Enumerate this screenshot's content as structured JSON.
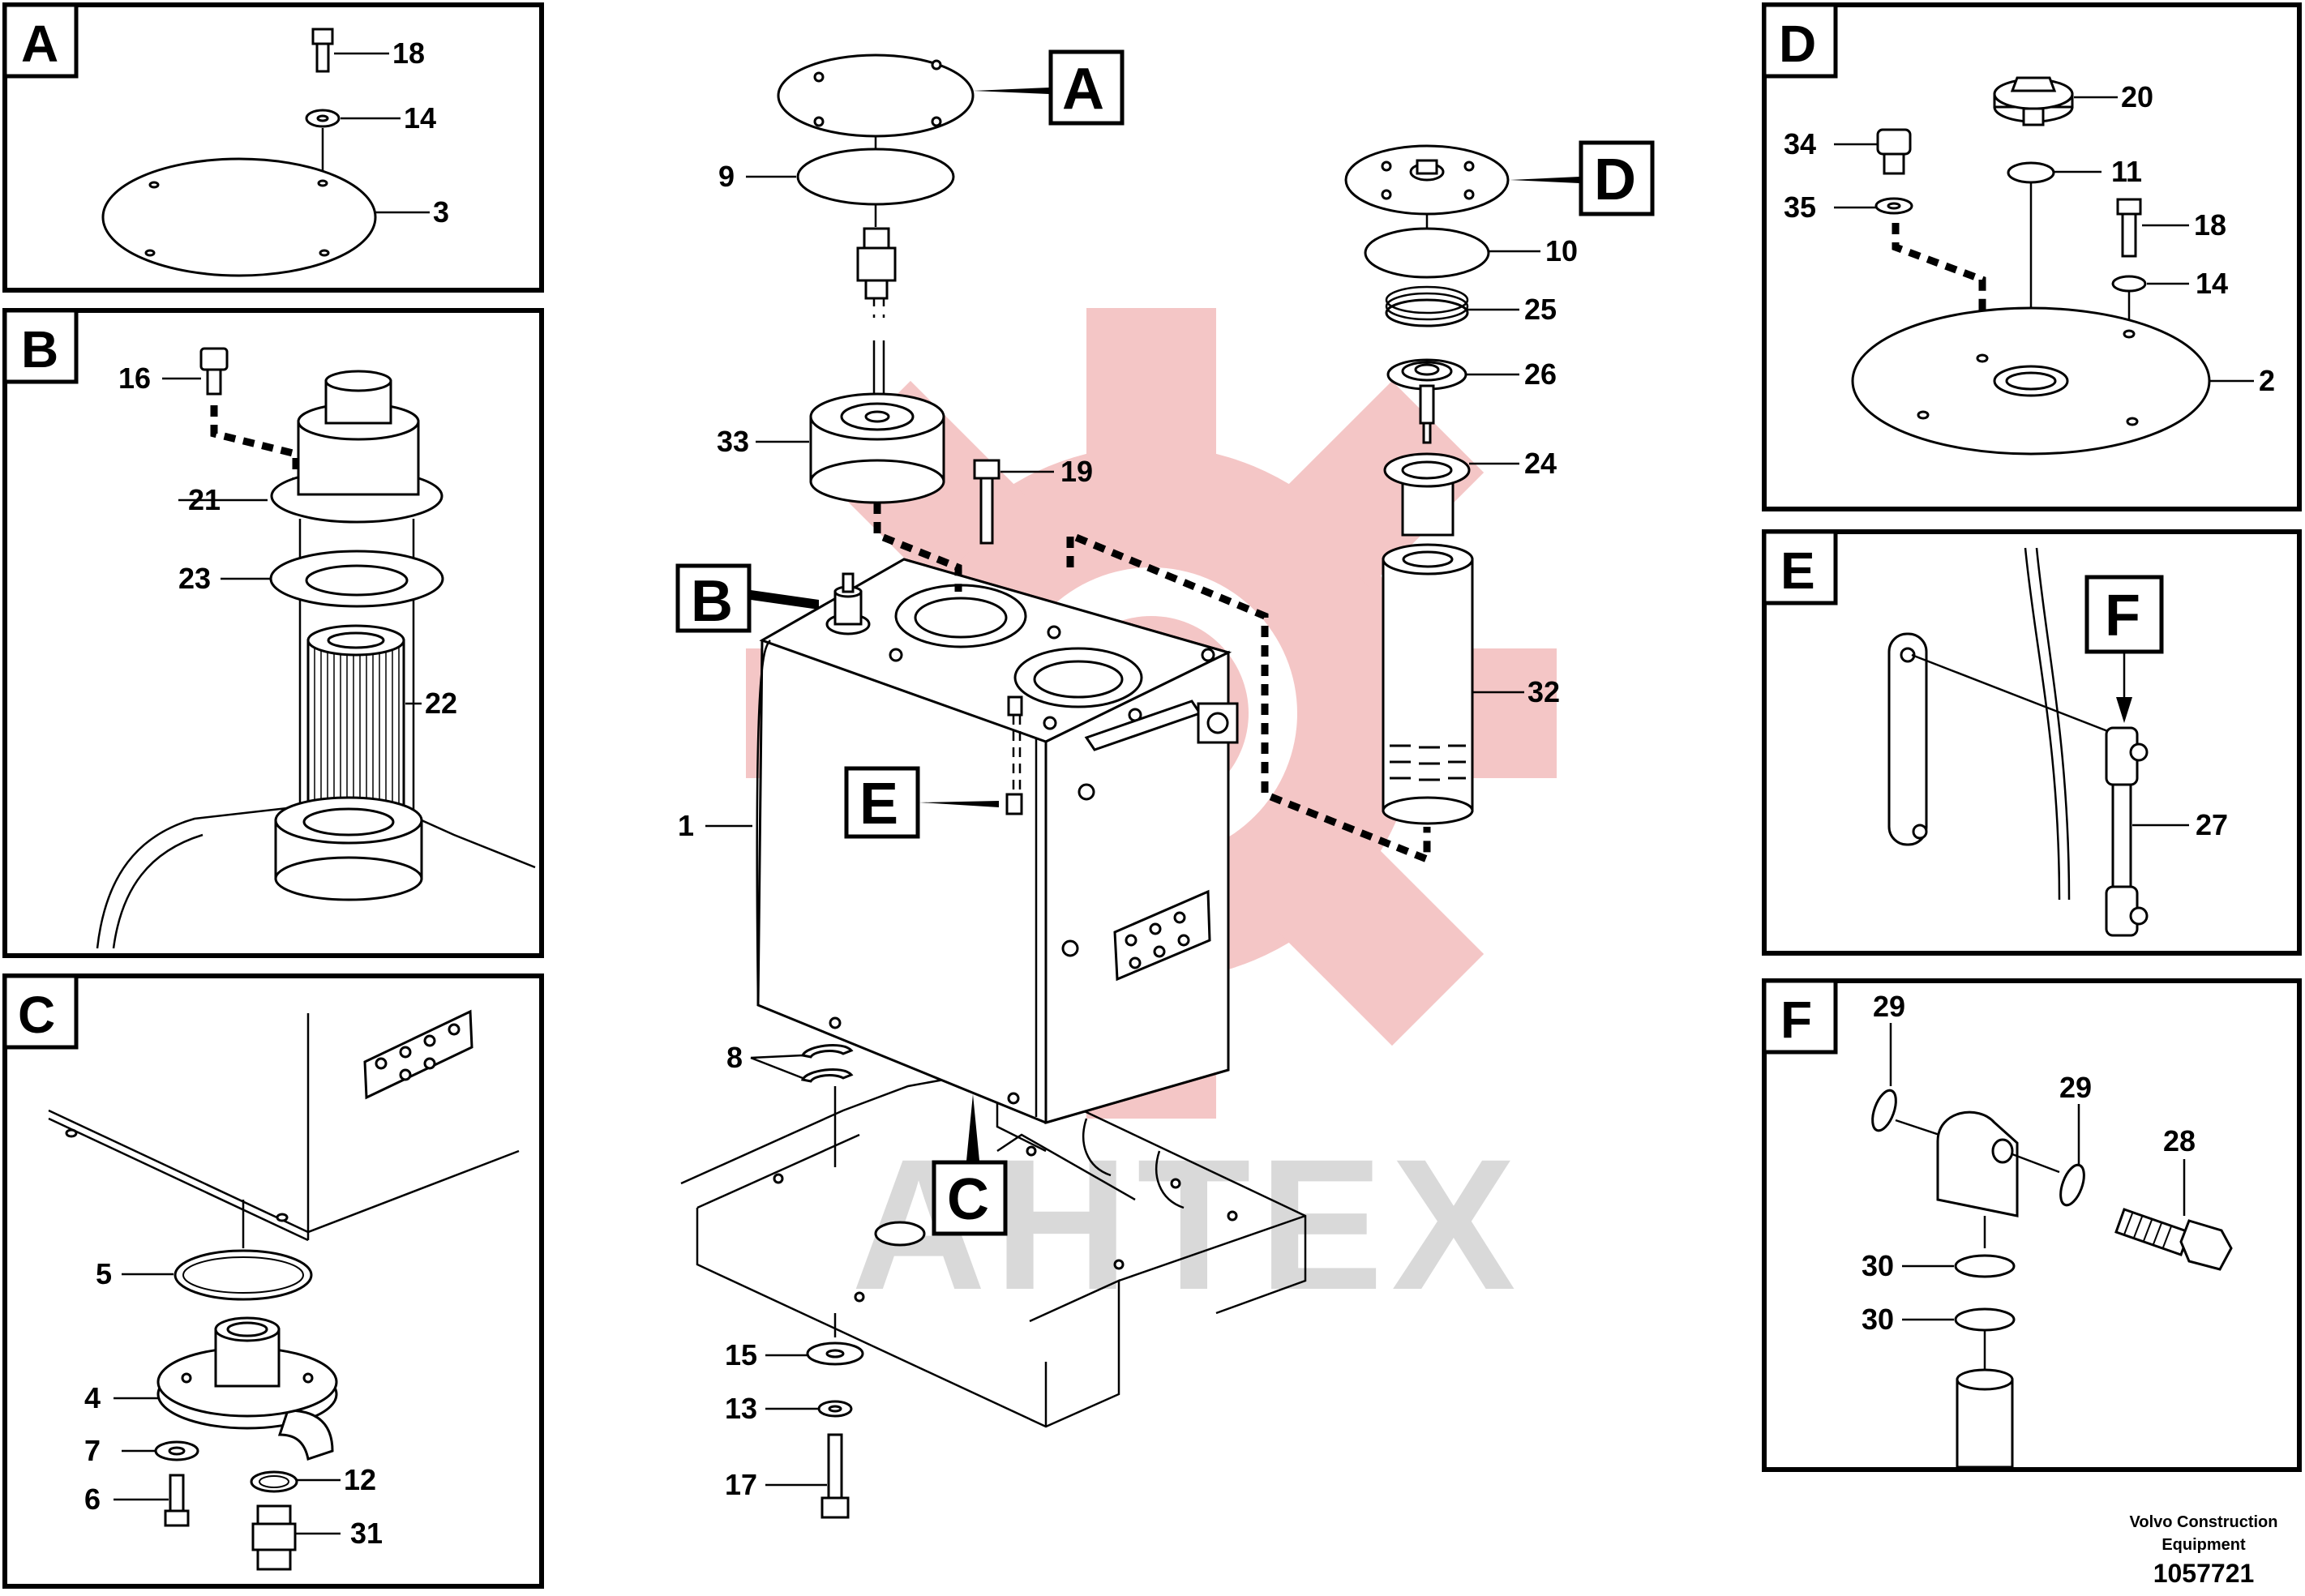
{
  "watermark": {
    "text": "AHTEX"
  },
  "footer": {
    "maker_line1": "Volvo Construction",
    "maker_line2": "Equipment",
    "figure_number": "1057721"
  },
  "detail_panels": {
    "A": {
      "letter": "A",
      "labels": {
        "p18": "18",
        "p14": "14",
        "p3": "3"
      }
    },
    "B": {
      "letter": "B",
      "labels": {
        "p16": "16",
        "p21": "21",
        "p23": "23",
        "p22": "22"
      }
    },
    "C": {
      "letter": "C",
      "labels": {
        "p5": "5",
        "p4": "4",
        "p7": "7",
        "p6": "6",
        "p12": "12",
        "p31": "31"
      }
    },
    "D": {
      "letter": "D",
      "labels": {
        "p20": "20",
        "p34": "34",
        "p11": "11",
        "p35": "35",
        "p18": "18",
        "p14": "14",
        "p2": "2"
      }
    },
    "E": {
      "letter": "E",
      "labels": {
        "p27": "27"
      }
    },
    "F": {
      "letter": "F",
      "labels": {
        "p29a": "29",
        "p29b": "29",
        "p28": "28",
        "p30a": "30",
        "p30b": "30"
      }
    }
  },
  "main_view": {
    "callouts": {
      "A": "A",
      "B": "B",
      "C": "C",
      "D": "D",
      "E": "E",
      "F": "F"
    },
    "labels": {
      "p9": "9",
      "p33": "33",
      "p19": "19",
      "p1": "1",
      "p8": "8",
      "p15": "15",
      "p13": "13",
      "p17": "17",
      "p10": "10",
      "p25": "25",
      "p26": "26",
      "p24": "24",
      "p32": "32"
    }
  }
}
